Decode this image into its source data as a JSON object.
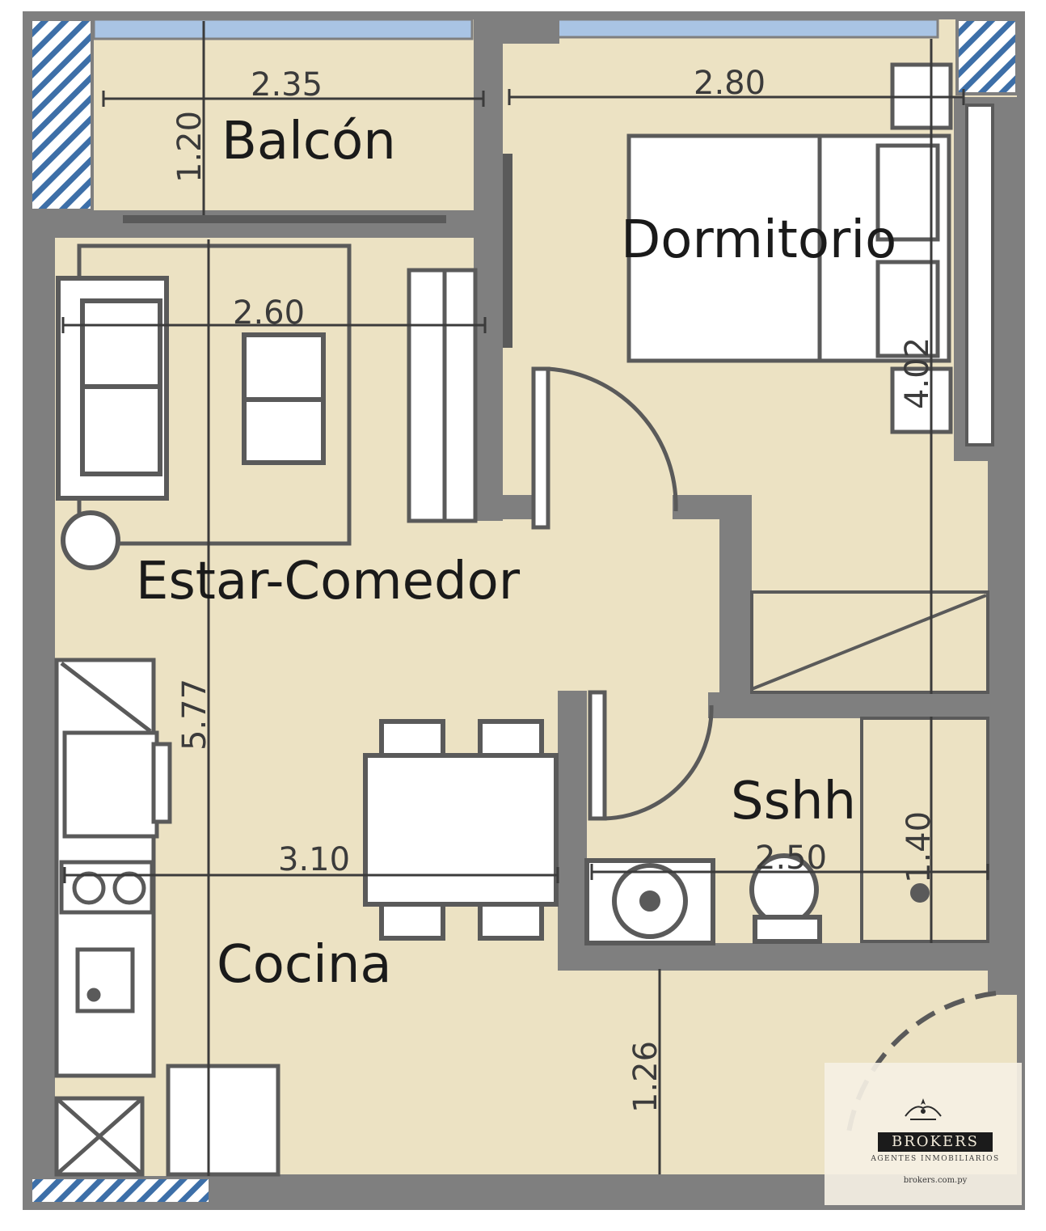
{
  "rooms": {
    "balcon": "Balcón",
    "dormitorio": "Dormitorio",
    "estar_comedor": "Estar-Comedor",
    "sshh": "Sshh",
    "cocina": "Cocina"
  },
  "dimensions": {
    "balcon_width": "2.35",
    "balcon_depth": "1.20",
    "dormitorio_width": "2.80",
    "dormitorio_depth": "4.02",
    "estar_width": "2.60",
    "estar_depth": "5.77",
    "cocina_width": "3.10",
    "sshh_width": "2.50",
    "sshh_depth": "1.40",
    "entry_depth": "1.26"
  },
  "brand": {
    "name": "BROKERS",
    "subtitle": "AGENTES INMOBILIARIOS",
    "url": "brokers.com.py"
  },
  "colors": {
    "floor": "#ece2c3",
    "wall": "#7f7f7f",
    "glass": "#a9c4e4",
    "hatch": "#3d6fa8"
  }
}
